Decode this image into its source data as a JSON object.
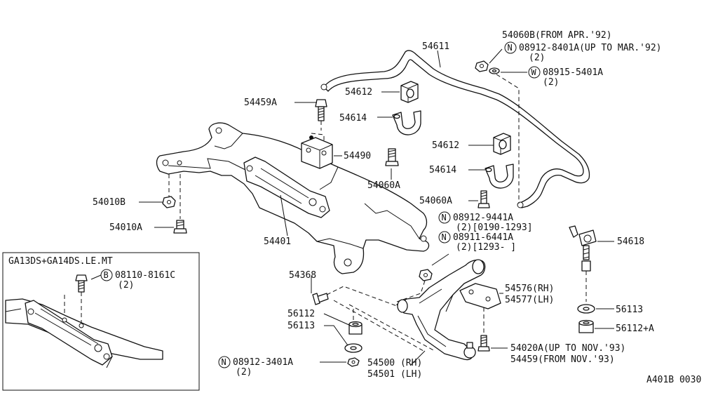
{
  "diagram": {
    "parts": {
      "p54060B": "54060B(FROM APR.'92)",
      "p08912_8401A_code": "08912-8401A(UP TO MAR.'92)",
      "p08912_8401A_qty": "(2)",
      "p08915_5401A_code": "08915-5401A",
      "p08915_5401A_qty": "(2)",
      "p54611": "54611",
      "p54612_top": "54612",
      "p54614_top": "54614",
      "p54459A": "54459A",
      "p54490": "54490",
      "p54060A_mid": "54060A",
      "p54612_right": "54612",
      "p54614_right": "54614",
      "p54060A_right": "54060A",
      "p08912_9441A_code": "08912-9441A",
      "p08912_9441A_qty": "(2)[0190-1293]",
      "p08911_6441A_code": "08911-6441A",
      "p08911_6441A_qty": "(2)[1293-     ]",
      "p54618": "54618",
      "p54010B": "54010B",
      "p54010A": "54010A",
      "p54401": "54401",
      "p54368": "54368",
      "p56112": "56112",
      "p56113_left": "56113",
      "p08912_3401A_code": "08912-3401A",
      "p08912_3401A_qty": "(2)",
      "p54500": "54500 (RH)",
      "p54501": "54501 (LH)",
      "p54576": "54576(RH)",
      "p54577": "54577(LH)",
      "p56113_right": "56113",
      "p56112A": "56112+A",
      "p54020A": "54020A(UP TO NOV.'93)",
      "p54459": "54459(FROM NOV.'93)"
    },
    "symbols": {
      "n": "N",
      "w": "W",
      "b": "B"
    },
    "inset": {
      "title": "GA13DS+GA14DS.LE.MT",
      "part_code": "08110-8161C",
      "part_qty": "(2)"
    },
    "figure_code": "A401B 0030"
  }
}
